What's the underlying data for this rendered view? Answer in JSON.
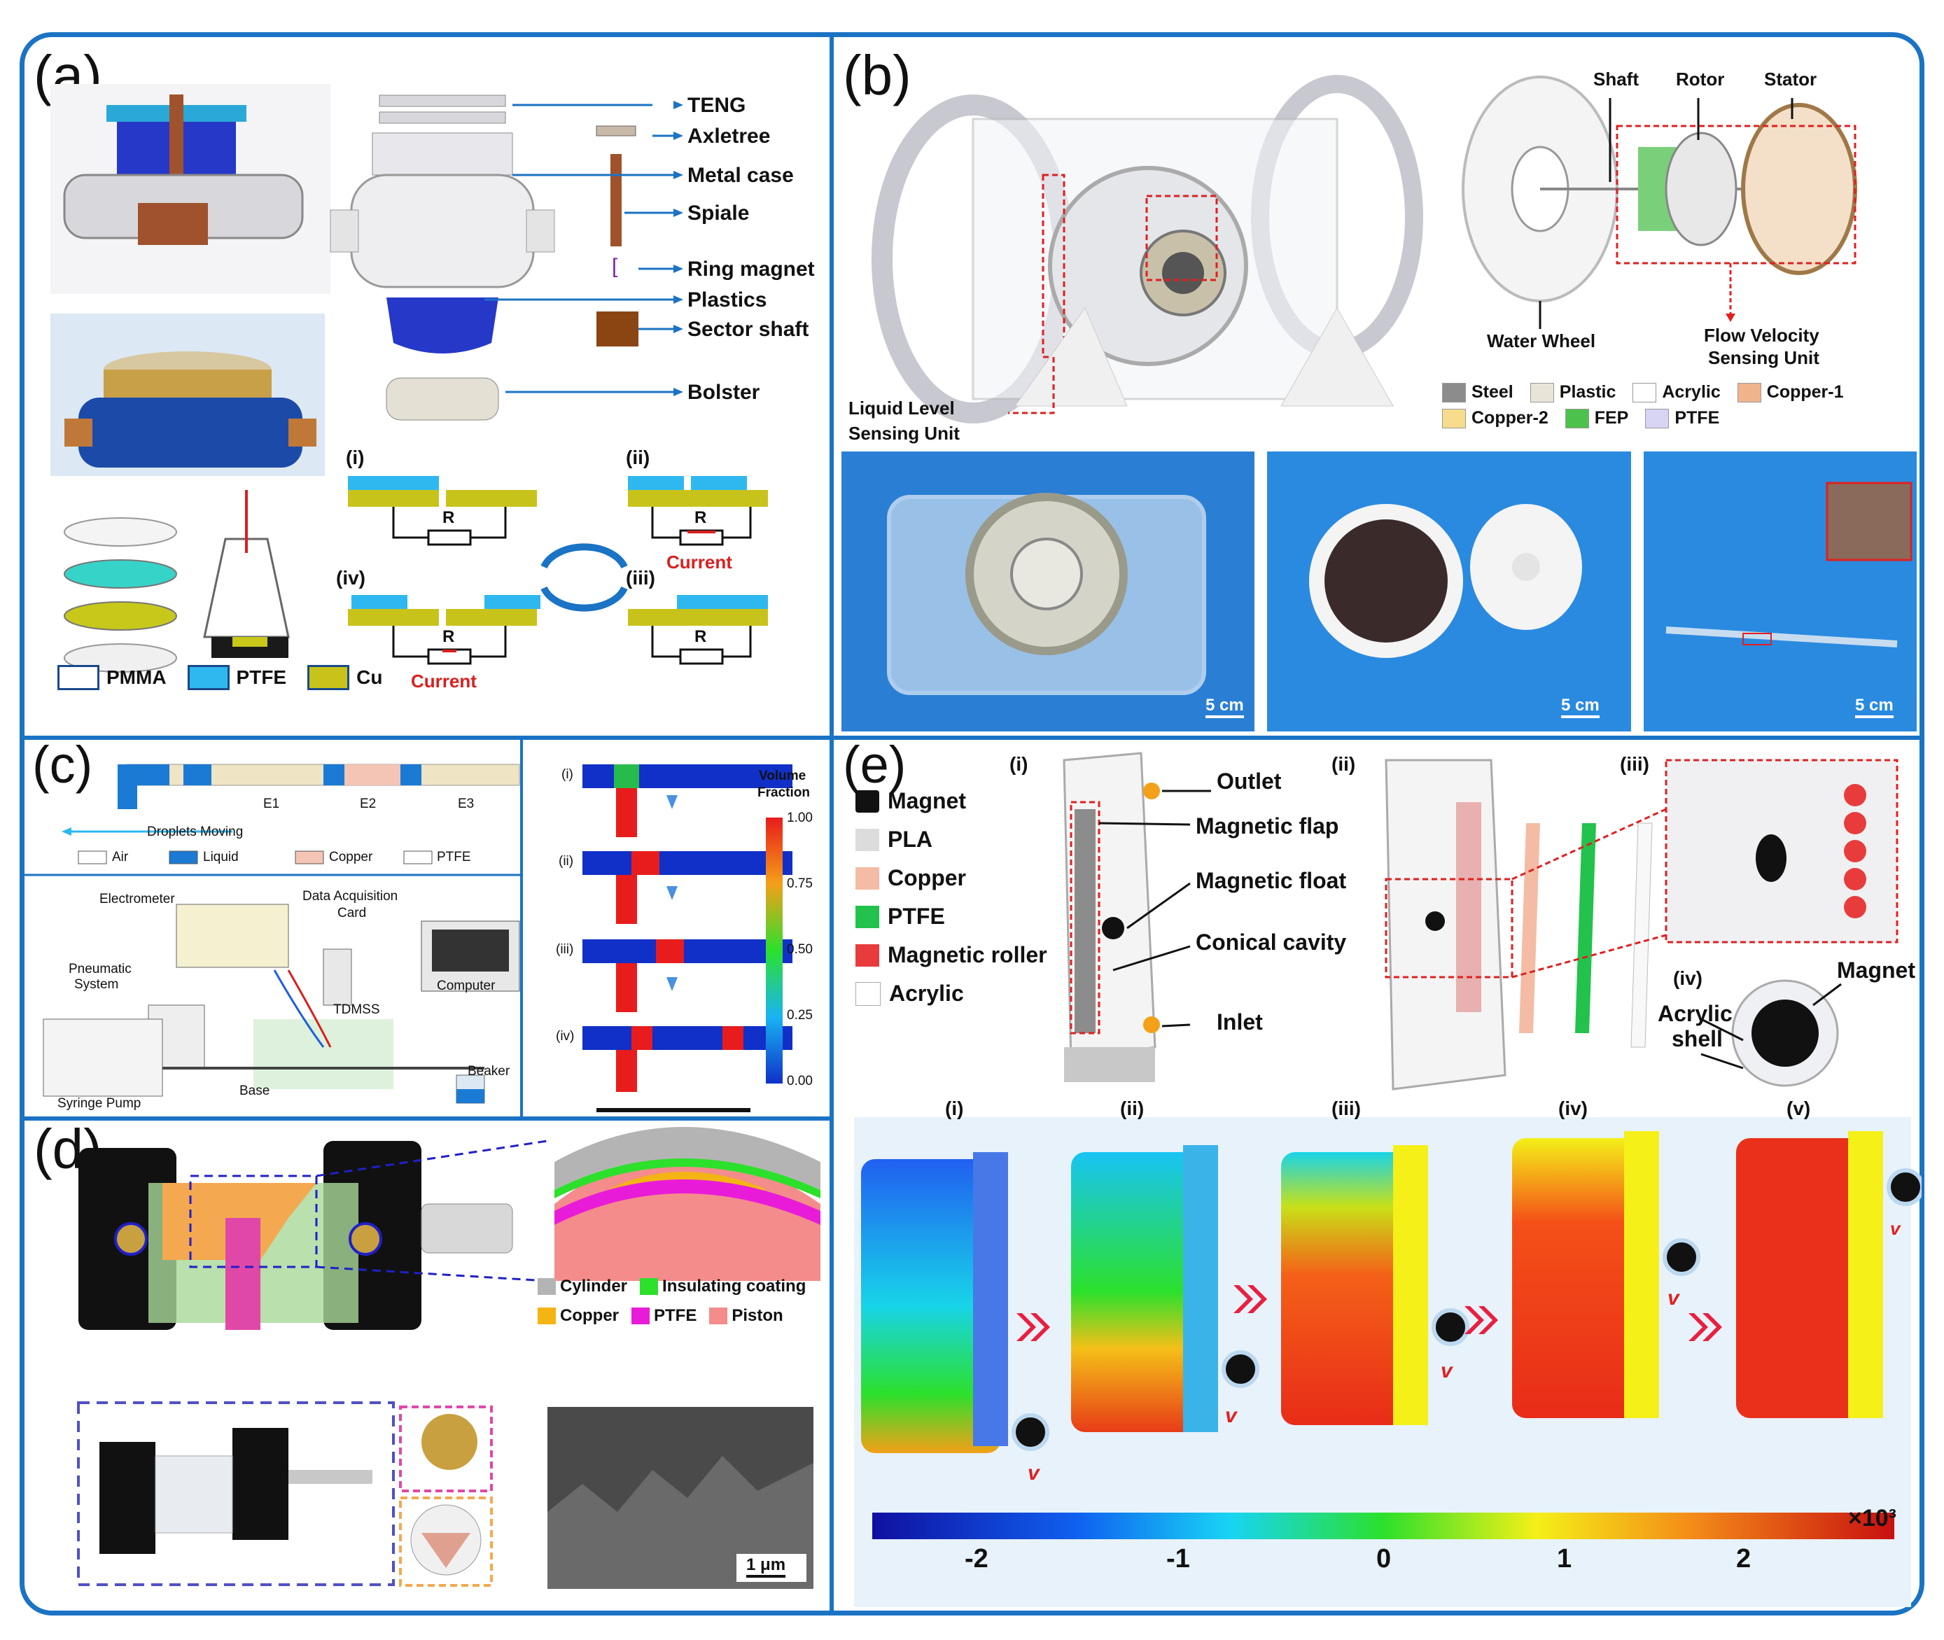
{
  "panels": {
    "a": {
      "letter": "(a)",
      "parts": [
        "TENG",
        "Axletree",
        "Metal case",
        "Spiale",
        "Ring magnet",
        "Plastics",
        "Sector shaft",
        "Bolster"
      ],
      "states": [
        "(i)",
        "(ii)",
        "(iii)",
        "(iv)"
      ],
      "resistor": "R",
      "current": "Current",
      "legend": [
        {
          "label": "PMMA",
          "color": "#ffffff"
        },
        {
          "label": "PTFE",
          "color": "#2fb8f0"
        },
        {
          "label": "Cu",
          "color": "#c8c31a"
        }
      ]
    },
    "b": {
      "letter": "(b)",
      "labels": {
        "shaft": "Shaft",
        "rotor": "Rotor",
        "stator": "Stator",
        "water_wheel": "Water Wheel",
        "flow_sensing_1": "Flow Velocity",
        "flow_sensing_2": "Sensing Unit",
        "liquid_level_1": "Liquid Level",
        "liquid_level_2": "Sensing Unit"
      },
      "legend": [
        {
          "label": "Steel",
          "color": "#8c8c8c"
        },
        {
          "label": "Plastic",
          "color": "#e8e4d8"
        },
        {
          "label": "Acrylic",
          "color": "#ffffff"
        },
        {
          "label": "Copper-1",
          "color": "#f0b48c"
        },
        {
          "label": "Copper-2",
          "color": "#f6dc8c"
        },
        {
          "label": "FEP",
          "color": "#4cc24c"
        },
        {
          "label": "PTFE",
          "color": "#d8d4f4"
        }
      ],
      "scale": "5 cm"
    },
    "c": {
      "letter": "(c)",
      "electrodes": [
        "E1",
        "E2",
        "E3"
      ],
      "droplet_label": "Droplets Moving",
      "legend": [
        {
          "label": "Air",
          "color": "#ffffff"
        },
        {
          "label": "Liquid",
          "color": "#1a7ad4"
        },
        {
          "label": "Copper",
          "color": "#f4c4b4"
        },
        {
          "label": "PTFE",
          "color": "#ffffff"
        }
      ],
      "setup": {
        "electrometer": "Electrometer",
        "daq_1": "Data Acquisition",
        "daq_2": "Card",
        "pneumatic_1": "Pneumatic",
        "pneumatic_2": "System",
        "computer": "Computer",
        "tdmss": "TDMSS",
        "syringe": "Syringe Pump",
        "base": "Base",
        "beaker": "Beaker"
      },
      "sim_steps": [
        "(i)",
        "(ii)",
        "(iii)",
        "(iv)"
      ],
      "colorbar_title_1": "Volume",
      "colorbar_title_2": "Fraction",
      "colorbar_ticks": [
        "1.00",
        "0.75",
        "0.50",
        "0.25",
        "0.00"
      ]
    },
    "d": {
      "letter": "(d)",
      "legend": [
        {
          "label": "Cylinder",
          "color": "#b4b4b4"
        },
        {
          "label": "Insulating coating",
          "color": "#2ce02c"
        },
        {
          "label": "Copper",
          "color": "#f4b414"
        },
        {
          "label": "PTFE",
          "color": "#e81cd8"
        },
        {
          "label": "Piston",
          "color": "#f48c8c"
        }
      ],
      "scale": "1 μm"
    },
    "e": {
      "letter": "(e)",
      "legend": [
        {
          "label": "Magnet",
          "color": "#111111"
        },
        {
          "label": "PLA",
          "color": "#dcdcdc"
        },
        {
          "label": "Copper",
          "color": "#f4bca4"
        },
        {
          "label": "PTFE",
          "color": "#22c24c"
        },
        {
          "label": "Magnetic roller",
          "color": "#e83c3c"
        },
        {
          "label": "Acrylic",
          "color": "#ffffff"
        }
      ],
      "parts": [
        "Outlet",
        "Magnetic flap",
        "Magnetic float",
        "Conical cavity",
        "Inlet"
      ],
      "subs": [
        "(i)",
        "(ii)",
        "(iii)",
        "(iv)"
      ],
      "magnet": "Magnet",
      "shell_1": "Acrylic",
      "shell_2": "shell",
      "sim_steps": [
        "(i)",
        "(ii)",
        "(iii)",
        "(iv)",
        "(v)"
      ],
      "velocity": "v",
      "colorbar_ticks": [
        "-2",
        "-1",
        "0",
        "1",
        "2"
      ],
      "colorbar_unit": "×10³"
    }
  }
}
